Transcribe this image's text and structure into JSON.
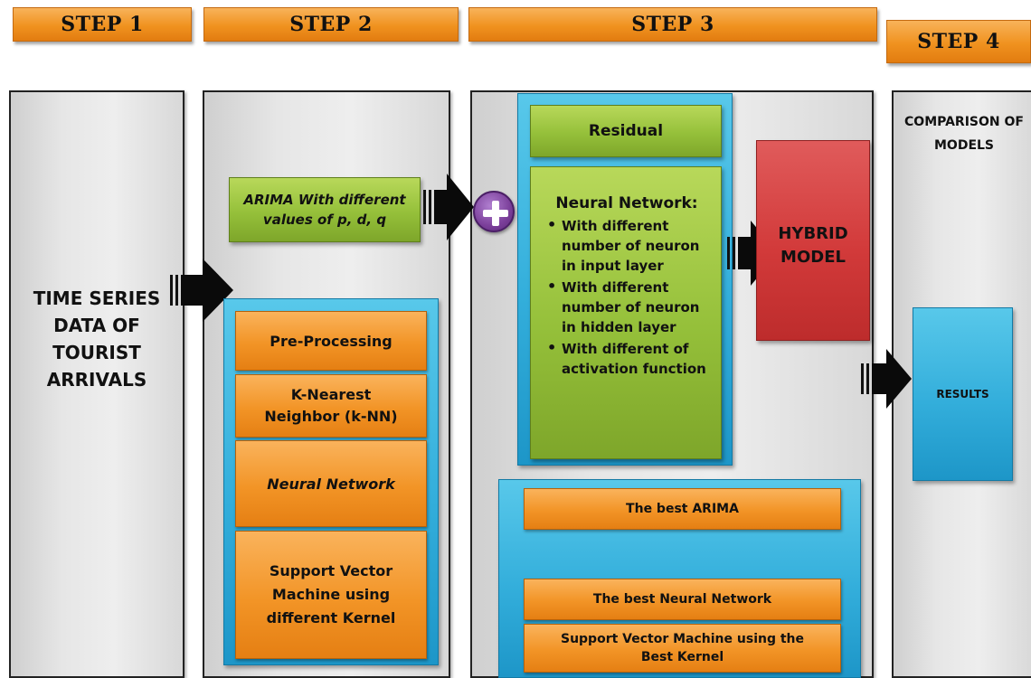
{
  "steps": [
    "STEP 1",
    "STEP 2",
    "STEP 3",
    "STEP 4"
  ],
  "step1": {
    "input_label": "TIME SERIES DATA OF TOURIST ARRIVALS"
  },
  "step2": {
    "arima": "ARIMA With different values of p, d, q",
    "methods": [
      "Pre-Processing",
      "K-Nearest Neighbor (k-NN)",
      "Neural Network",
      "Support Vector Machine using different Kernel"
    ]
  },
  "step3": {
    "residual": "Residual",
    "neural_network_title": "Neural Network:",
    "neural_network_items": [
      "With different number of neuron in input layer",
      "With different number of neuron in hidden layer",
      "With different of activation function"
    ],
    "hybrid": "HYBRID MODEL",
    "best": [
      "The best ARIMA",
      "The best Neural Network",
      "Support Vector Machine using the Best Kernel"
    ]
  },
  "step4": {
    "comparison": "COMPARISON OF MODELS",
    "results": "RESULTS"
  },
  "colors": {
    "orange": "#f29426",
    "green": "#95c03a",
    "blue": "#33aedb",
    "red": "#d23a3a",
    "purple": "#7b3f9a",
    "panel": "#e6e6e6"
  },
  "icons": {
    "plus": "plus-circle-icon",
    "arrow": "block-arrow-icon"
  }
}
